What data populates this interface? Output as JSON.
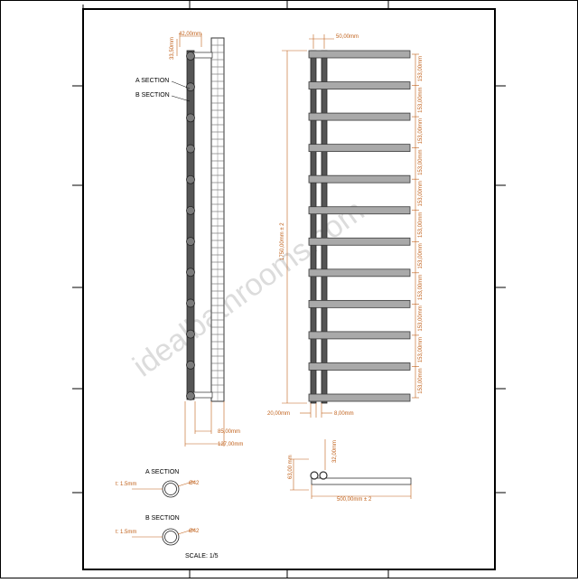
{
  "colors": {
    "background": "#ffffff",
    "outline": "#000000",
    "dimension": "#c0601a",
    "bar_fill": "#a9a9a9",
    "bar_stroke": "#3a3a3a",
    "tube_fill": "#555555",
    "node_fill": "#7a7a7a",
    "watermark": "#dcdcdc"
  },
  "side_view": {
    "dim_width": "42,00mm",
    "dim_top": "33,50mm",
    "label_a": "A SECTION",
    "label_b": "B SECTION",
    "dim_depth_inner": "85,00mm",
    "dim_depth_outer": "127,00mm",
    "node_count": 12
  },
  "front_view": {
    "dim_width": "50,00mm",
    "dim_height": "1750,00mm ± 2",
    "dim_bottom_left": "20,00mm",
    "dim_bottom_right": "8,00mm",
    "bar_count": 12,
    "spacings": [
      "153,00mm",
      "153,00mm",
      "153,00mm",
      "153,00mm",
      "153,00mm",
      "153,00mm",
      "153,00mm",
      "153,00mm",
      "153,00mm",
      "153,00mm",
      "153,00mm"
    ]
  },
  "plan_view": {
    "dim_h1": "63,00 mm",
    "dim_h2": "32,00mm",
    "dim_width": "500,00mm ± 2"
  },
  "sections": [
    {
      "title": "A SECTION",
      "thickness": "t: 1.5mm",
      "diameter": "Ø42"
    },
    {
      "title": "B SECTION",
      "thickness": "t: 1.5mm",
      "diameter": "Ø42"
    }
  ],
  "scale": "SCALE: 1/5",
  "watermark": "idealbathrooms.com"
}
